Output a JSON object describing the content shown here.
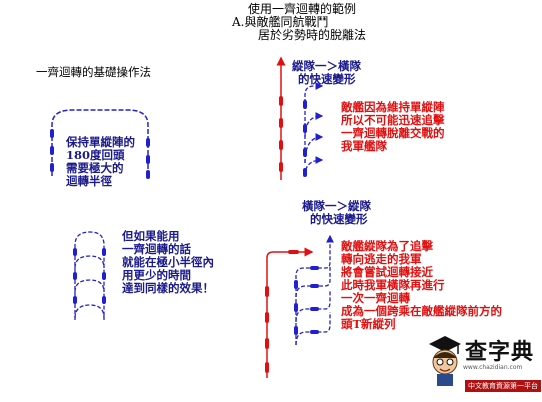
{
  "title": {
    "line1": "使用一齊迴轉的範例",
    "line2": "A.與敵艦同航戰鬥",
    "line3": "居於劣勢時的脫離法"
  },
  "section1": {
    "heading": "一齊迴轉的基礎操作法",
    "note_lines": [
      "保持單縱陣的",
      "180度回頭",
      "需要極大的",
      "迴轉半徑"
    ]
  },
  "section2": {
    "label_lines": [
      "縱隊一＞橫隊",
      "的快速變形"
    ],
    "note_lines": [
      "敵艦因為維持單縱陣",
      "所以不可能迅速追擊",
      "一齊迴轉脫離交戰的",
      "我軍艦隊"
    ]
  },
  "section3": {
    "note_lines": [
      "但如果能用",
      "一齊迴轉的話",
      "就能在極小半徑內",
      "用更少的時間",
      "達到同樣的效果！"
    ]
  },
  "section4": {
    "label_lines": [
      "橫隊一＞縱隊",
      "的快速變形"
    ],
    "note_lines": [
      "敵艦縱隊為了追擊",
      "轉向逃走的我軍",
      "將會嘗試迴轉接近",
      "此時我軍橫隊再進行",
      "一次一齊迴轉",
      "成為一個跨乘在敵艦縱隊前方的",
      "頭T新縱列"
    ]
  },
  "logo": {
    "name": "查字典",
    "url": "www.chazidian.com",
    "slogan": "中文教育資源第一平台"
  },
  "colors": {
    "friendly": "#2020d0",
    "enemy": "#e01010",
    "text_blue": "#1a1a8c",
    "text_red": "#e01010"
  }
}
